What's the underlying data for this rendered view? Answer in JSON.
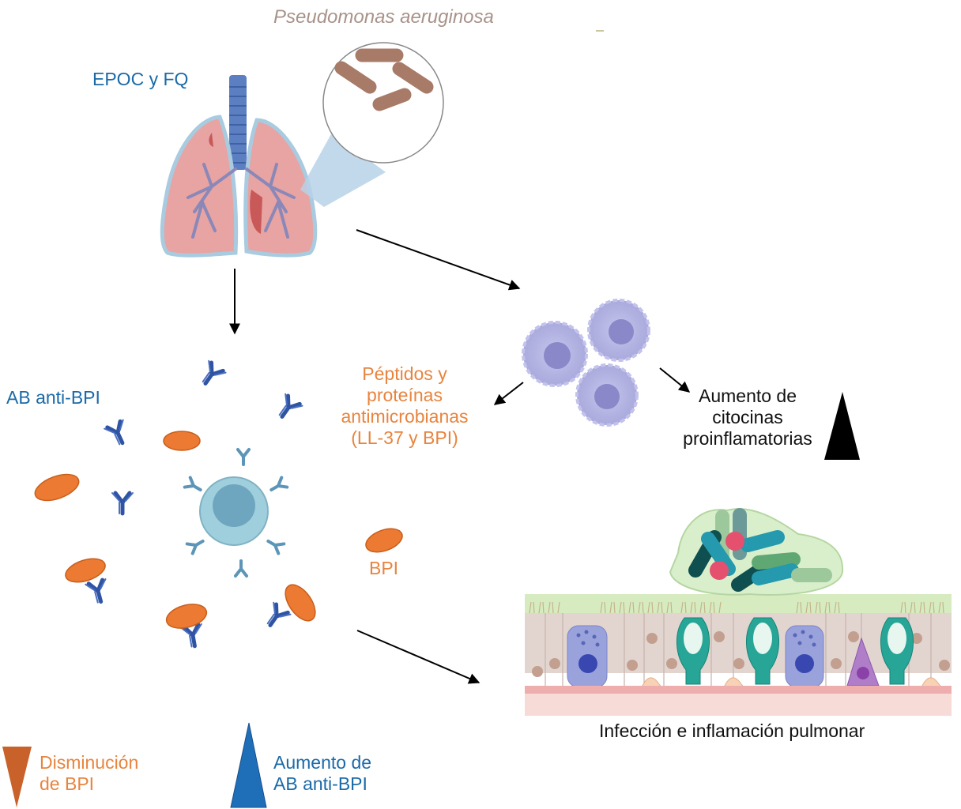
{
  "labels": {
    "pathogen": "Pseudomonas aeruginosa",
    "disease": "EPOC y FQ",
    "antibodies": "AB anti-BPI",
    "amp_line1": "Péptidos y",
    "amp_line2": "proteínas",
    "amp_line3": "antimicrobianas",
    "amp_line4": "(LL-37 y BPI)",
    "cytokines_line1": "Aumento de",
    "cytokines_line2": "citocinas",
    "cytokines_line3": "proinflamatorias",
    "bpi": "BPI",
    "outcome": "Infección e inflamación pulmonar"
  },
  "legend": [
    {
      "direction": "down",
      "line1": "Disminución",
      "line2": "de BPI",
      "color": "#c8622a"
    },
    {
      "direction": "up",
      "line1": "Aumento de",
      "line2": "AB anti-BPI",
      "color": "#1f6fb8"
    }
  ],
  "colors": {
    "blue_text": "#1a6aa8",
    "orange_text": "#e8843e",
    "pathogen_text": "#a8928a",
    "bpi_fill": "#ec7a32",
    "antibody": "#2f54a4",
    "bacteria": "#a87a68",
    "macrophage": "#b3b3e4",
    "lung": "#e8a0a0",
    "cytokine_triangle": "#000000"
  }
}
